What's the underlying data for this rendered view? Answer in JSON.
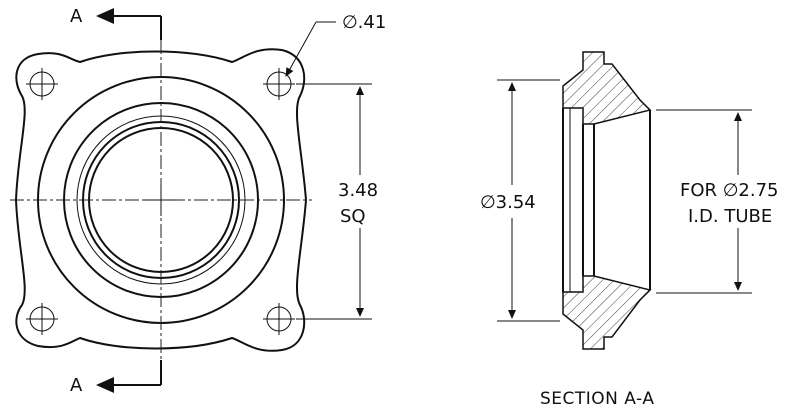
{
  "drawing": {
    "section_arrow_top_label": "A",
    "section_arrow_bottom_label": "A",
    "hole_dim_label": "∅.41",
    "square_dim_value": "3.48",
    "square_dim_suffix": "SQ",
    "outer_dia_label": "∅3.54",
    "tube_dim_line1": "FOR ∅2.75",
    "tube_dim_line2": "I.D. TUBE",
    "section_caption": "SECTION A-A"
  }
}
